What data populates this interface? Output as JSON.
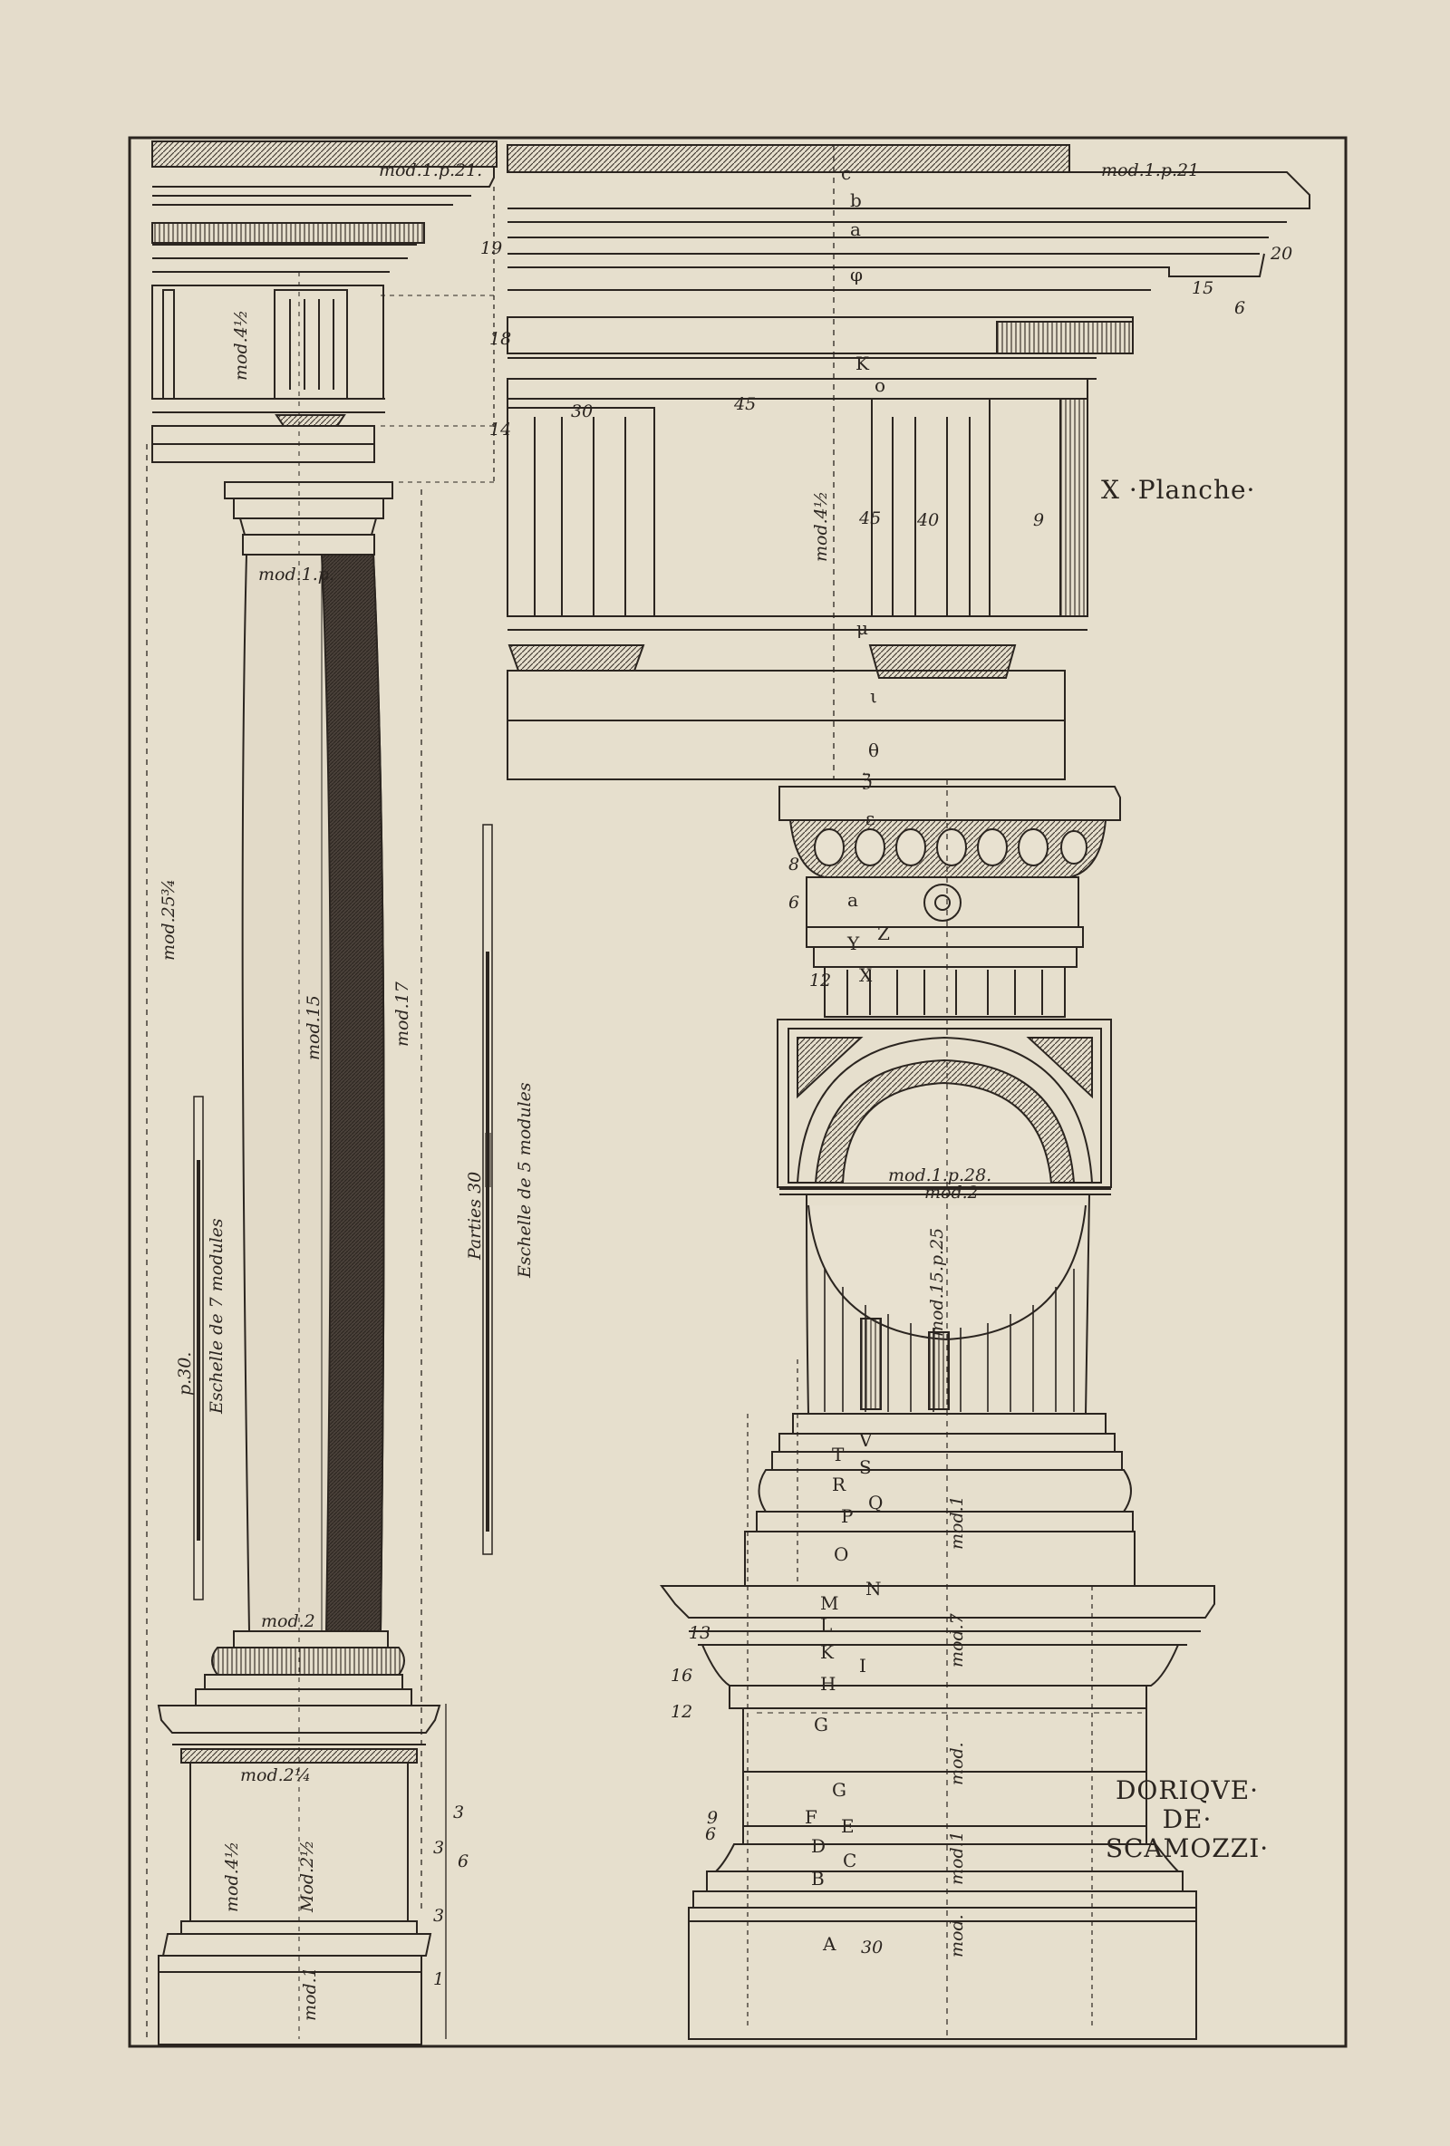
{
  "plate": {
    "title": "X ·Planche·",
    "caption_lines": [
      "DORIQVE·",
      "DE·",
      "SCAMOZZI·"
    ]
  },
  "colors": {
    "paper": "#e4dccb",
    "ink": "#2b2520",
    "shade": "#4a413a"
  },
  "labels": {
    "mod_1p21_left": "mod.1.p.21.",
    "mod_1p21_right": "mod.1.p.21",
    "mod_4_half_left": "mod.4½",
    "mod_4_half_frieze": "mod.4½",
    "mod_1p_col": "mod.1.p.",
    "mod_25": "mod.25¾",
    "mod_15": "mod.15",
    "mod_17": "mod.17",
    "mod_2_col": "mod.2",
    "mod_2_ped": "mod.2¼",
    "mod_4_ped": "mod.4½",
    "mod_ped_1": "Mod.2½",
    "mod_ped_2": "mod.1",
    "mod_1p28": "mod.1.p.28.",
    "mod_2_cap": "mod.2",
    "mod_15p25": "mod.15.p.25",
    "mod_r1": "mod.1",
    "mod_r2": "mod.7",
    "mod_r3": "mod.",
    "mod_r4": "mod.1",
    "mod_r5": "mod.",
    "scale_left": "Eschelle de 7 modules",
    "scale_left_parts": "p.30.",
    "scale_right": "Eschelle de 5 modules",
    "scale_right_parts": "Parties 30"
  },
  "letters": [
    "c",
    "b",
    "a",
    "φ",
    "K",
    "o",
    "μ",
    "ι",
    "θ",
    "ℨ",
    "ε",
    "a",
    "Z",
    "Y",
    "X",
    "T",
    "V",
    "S",
    "R",
    "Q",
    "P",
    "O",
    "N",
    "M",
    "L",
    "K",
    "I",
    "H",
    "G",
    "G",
    "F",
    "E",
    "D",
    "C",
    "B",
    "A"
  ],
  "numbers": [
    "19",
    "18",
    "14",
    "30",
    "45",
    "45",
    "40",
    "9",
    "20",
    "15",
    "6",
    "8",
    "6",
    "12",
    "13",
    "16",
    "12",
    "9",
    "6",
    "3",
    "3",
    "1",
    "3",
    "6",
    "30"
  ]
}
